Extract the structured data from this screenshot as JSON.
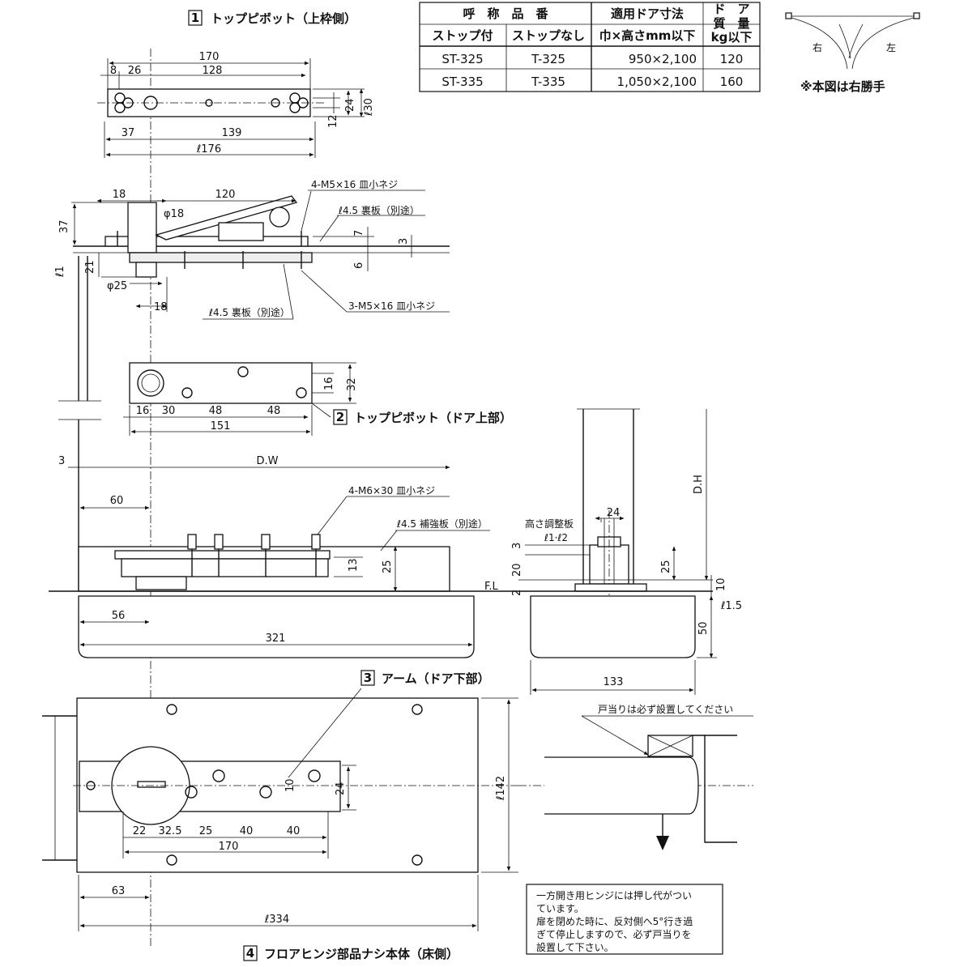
{
  "sections": {
    "s1": {
      "num": "1",
      "title": "トップピボット（上枠側）"
    },
    "s2": {
      "num": "2",
      "title": "トップピボット（ドア上部）"
    },
    "s3": {
      "num": "3",
      "title": "アーム（ドア下部）"
    },
    "s4": {
      "num": "4",
      "title": "フロアヒンジ部品ナシ本体（床側）"
    }
  },
  "spec_table": {
    "header_top": {
      "name": "呼　称　品　番",
      "size": "適用ドア寸法",
      "weight1": "ド　ア",
      "weight2": "質　量"
    },
    "header_sub": {
      "stop": "ストップ付",
      "nostop": "ストップなし",
      "size": "巾×高さmm以下",
      "weight": "kg以下"
    },
    "rows": [
      {
        "stop": "ST-325",
        "nostop": "T-325",
        "size": "950×2,100",
        "weight": "120"
      },
      {
        "stop": "ST-335",
        "nostop": "T-335",
        "size": "1,050×2,100",
        "weight": "160"
      }
    ]
  },
  "hand_diagram": {
    "right": "右",
    "left": "左",
    "note": "※本図は右勝手"
  },
  "dims": {
    "d170": "170",
    "d8": "8",
    "d26": "26",
    "d128": "128",
    "d12": "12",
    "d24a": "24",
    "dR30": "ℓ30",
    "d37a": "37",
    "d139": "139",
    "dR176": "ℓ176",
    "d18a": "18",
    "d120": "120",
    "dphi18": "φ18",
    "d37b": "37",
    "d7": "7",
    "d3a": "3",
    "d6": "6",
    "dR1": "ℓ1",
    "d21": "21",
    "dphi25": "φ25",
    "d18b": "18",
    "d16a": "16",
    "d32": "32",
    "d16b": "16",
    "d30": "30",
    "d48a": "48",
    "d48b": "48",
    "d151": "151",
    "d3b": "3",
    "dDW": "D.W",
    "d60": "60",
    "d13": "13",
    "d25a": "25",
    "dFL": "F.L",
    "d56": "56",
    "d321": "321",
    "dDH": "D.H",
    "d24b": "24",
    "d3c": "3",
    "d20": "20",
    "d2": "2",
    "d25b": "25",
    "d10a": "10",
    "dR15": "ℓ1.5",
    "d50": "50",
    "d133": "133",
    "d10b": "10",
    "d24c": "24",
    "dR142": "ℓ142",
    "d22": "22",
    "d325": "32.5",
    "d25c": "25",
    "d40a": "40",
    "d40b": "40",
    "d170b": "170",
    "d63": "63",
    "dR334": "ℓ334"
  },
  "callouts": {
    "screw_top": "4-M5×16 皿小ネジ",
    "back_plate_top": "ℓ4.5 裏板（別途）",
    "back_plate_bottom": "ℓ4.5 裏板（別途）",
    "screw_3": "3-M5×16 皿小ネジ",
    "screw_m6": "4-M6×30 皿小ネジ",
    "reinforce": "ℓ4.5 補強板（別途）",
    "height_adj": "高さ調整板",
    "height_adj_sub": "ℓ1·ℓ2",
    "stopper": "戸当りは必ず設置してください"
  },
  "notice": {
    "l1": "一方開き用ヒンジには押し代がつい",
    "l2": "ています。",
    "l3": "扉を閉めた時に、反対側へ5°行き過",
    "l4": "ぎて停止しますので、必ず戸当りを",
    "l5": "設置して下さい。"
  }
}
